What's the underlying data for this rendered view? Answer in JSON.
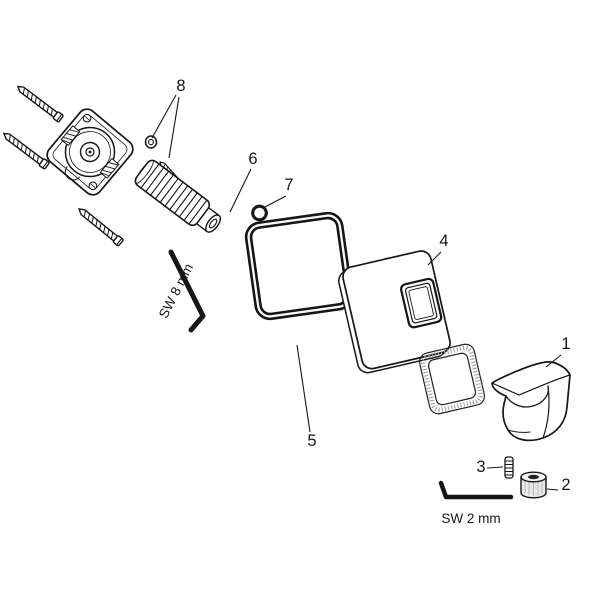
{
  "page": {
    "background": "#ffffff"
  },
  "diagram": {
    "type": "exploded-parts-diagram",
    "part_labels": {
      "p1": "1",
      "p2": "2",
      "p3": "3",
      "p4": "4",
      "p5": "5",
      "p6": "6",
      "p7": "7",
      "p8": "8"
    },
    "tool_labels": {
      "sw8": "SW 8 mm",
      "sw2": "SW 2 mm"
    },
    "colors": {
      "line": "#161616",
      "background": "#ffffff",
      "metal_fill": "#e8e8e8"
    }
  }
}
